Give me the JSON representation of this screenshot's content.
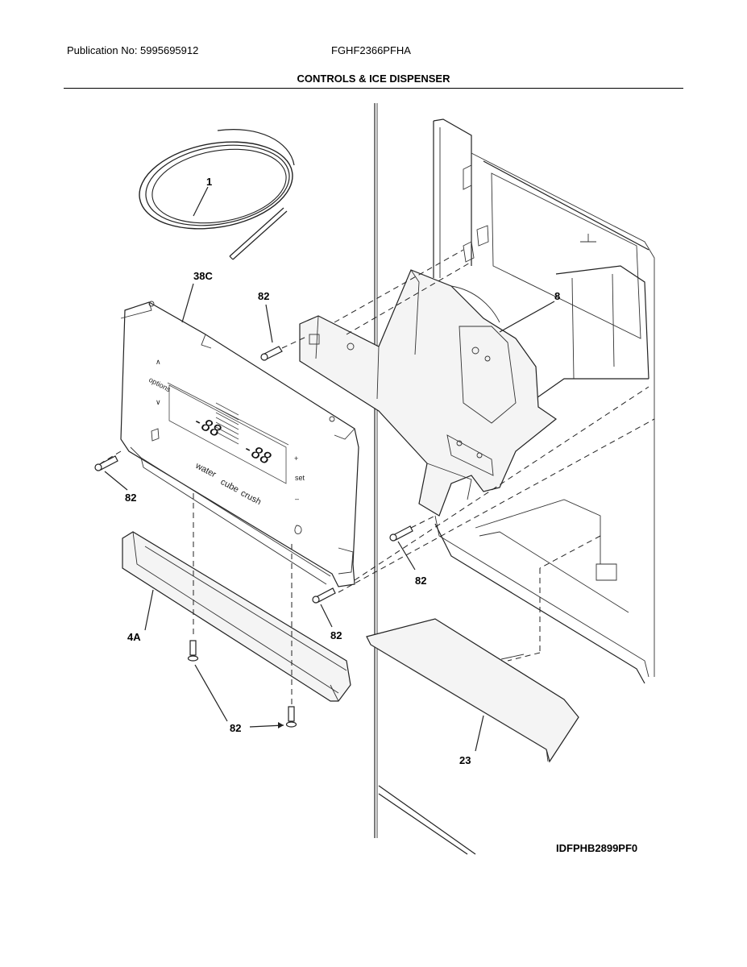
{
  "header": {
    "publication": "Publication No: 5995695912",
    "model": "FGHF2366PFHA",
    "title": "CONTROLS & ICE DISPENSER"
  },
  "diagram_code": "IDFPHB2899PF0",
  "callouts": {
    "tubing": "1",
    "control_panel": "38C",
    "screw_top": "82",
    "screw_left": "82",
    "actuator": "8",
    "screw_right": "82",
    "screw_mid": "82",
    "trim": "4A",
    "screw_bottom": "82",
    "drip_tray": "23"
  },
  "panel": {
    "options": "options",
    "water": "water",
    "cube": "cube",
    "crush": "crush",
    "set": "set",
    "plus": "+",
    "minus": "–",
    "up": "∧",
    "down": "∨",
    "display_left": "-88",
    "display_right": "-88"
  }
}
